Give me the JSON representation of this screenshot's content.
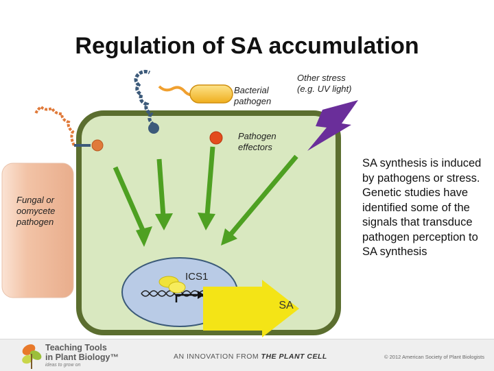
{
  "title": "Regulation of SA accumulation",
  "labels": {
    "bacterial": "Bacterial pathogen",
    "other_stress": "Other stress (e.g. UV light)",
    "effectors": "Pathogen effectors",
    "fungal": "Fungal or oomycete pathogen",
    "gene": "ICS1",
    "product": "SA"
  },
  "side_text": "SA synthesis is induced by pathogens or stress. Genetic studies have identified some of the signals that transduce pathogen perception to SA synthesis",
  "footer": {
    "brand_line1": "Teaching Tools",
    "brand_line2": "in Plant Biology™",
    "brand_tagline": "ideas to grow on",
    "innovation_prefix": "AN INNOVATION FROM",
    "innovation_source": "THE PLANT CELL",
    "copyright": "© 2012 American Society of Plant Biologists"
  },
  "colors": {
    "cell_wall": "#5b6e2f",
    "cytoplasm": "#d9e8c0",
    "nucleus": "#b9cbe6",
    "arrow_green": "#4ea022",
    "bacterium": "#f5b731",
    "flagellum": "#f0a030",
    "effector": "#e34c1e",
    "lightning": "#6a2e9a",
    "fungus": "#f2c3a6",
    "sa_arrow": "#f4e416"
  }
}
